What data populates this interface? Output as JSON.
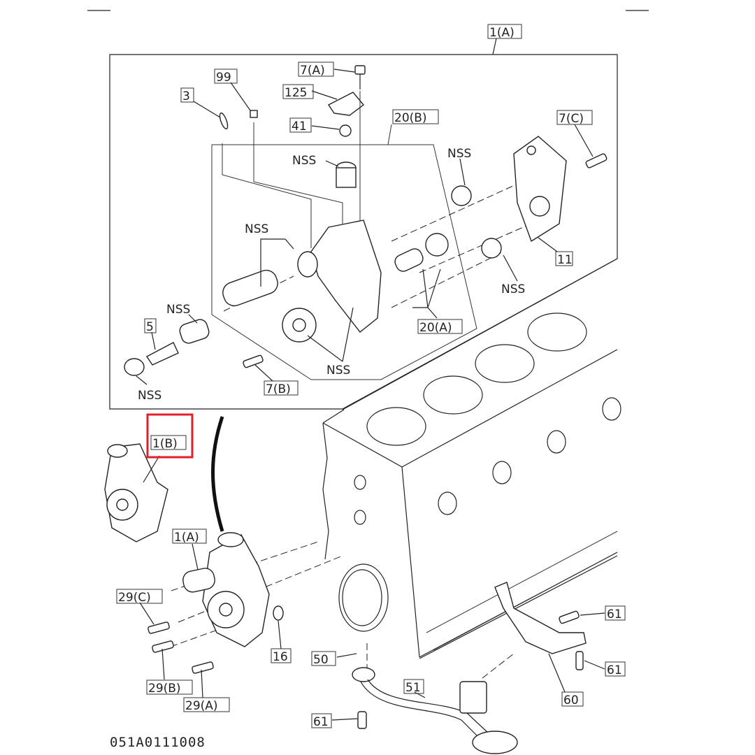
{
  "diagram": {
    "labels": {
      "l_1a_top": "1(A)",
      "l_7a": "7(A)",
      "l_99": "99",
      "l_3": "3",
      "l_125": "125",
      "l_41": "41",
      "l_20b": "20(B)",
      "l_7c": "7(C)",
      "l_nss_gear_top": "NSS",
      "l_nss_sleeve": "NSS",
      "l_nss_shaft": "NSS",
      "l_11": "11",
      "l_nss_right": "NSS",
      "l_20a": "20(A)",
      "l_nss_valve": "NSS",
      "l_5": "5",
      "l_nss_bottom": "NSS",
      "l_nss_cap": "NSS",
      "l_7b": "7(B)",
      "l_1b": "1(B)",
      "l_1a_mid": "1(A)",
      "l_29c": "29(C)",
      "l_29b": "29(B)",
      "l_29a": "29(A)",
      "l_16": "16",
      "l_50": "50",
      "l_51": "51",
      "l_61_a": "61",
      "l_61_b": "61",
      "l_61_c": "61",
      "l_60": "60"
    },
    "drawing_code": "051A0111008",
    "highlight_color": "#e0202a"
  }
}
